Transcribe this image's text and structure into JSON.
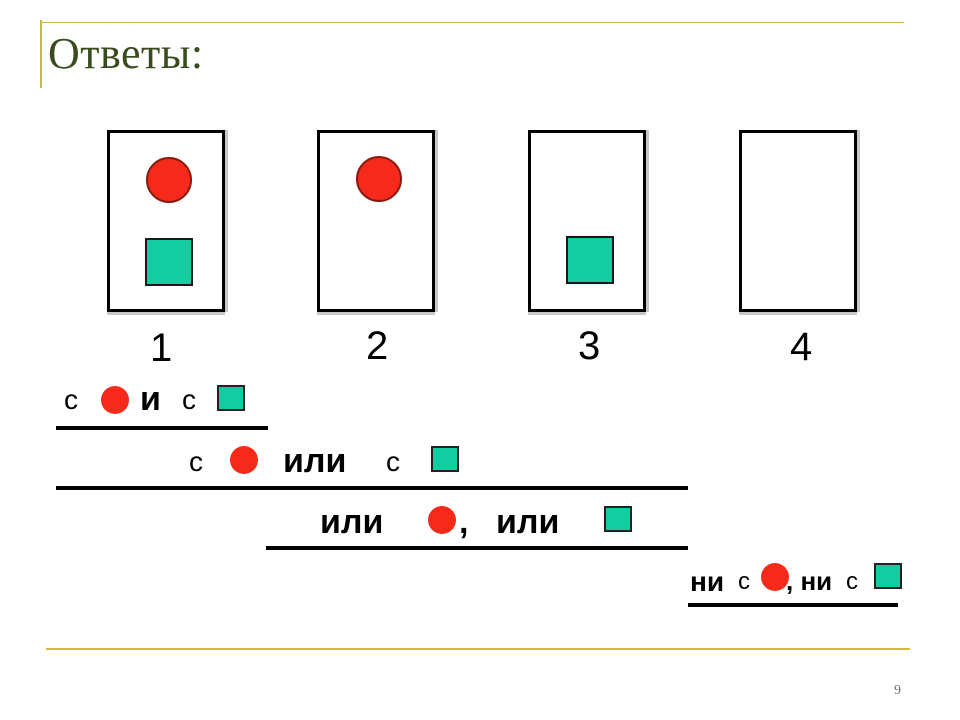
{
  "slide": {
    "title": "Ответы:",
    "page_number": "9"
  },
  "cards": [
    {
      "number": "1",
      "has_circle": true,
      "has_square": true
    },
    {
      "number": "2",
      "has_circle": true,
      "has_square": false
    },
    {
      "number": "3",
      "has_circle": false,
      "has_square": true
    },
    {
      "number": "4",
      "has_circle": false,
      "has_square": false
    }
  ],
  "answers": {
    "row1": {
      "s1": "с",
      "and": "и",
      "s2": "с"
    },
    "row2": {
      "s1": "с",
      "or": "или",
      "s2": "с"
    },
    "row3": {
      "or1": "или",
      "comma": ",",
      "or2": "или"
    },
    "row4": {
      "neither1": "ни",
      "s1": "с",
      "comma_neither2": ", ни",
      "s2": "с"
    }
  },
  "colors": {
    "circle": "#f52a1a",
    "square": "#13cca0",
    "accent": "#c9b458",
    "title": "#3a4b1e"
  },
  "icons": {
    "circle": "red-circle-icon",
    "square": "teal-square-icon"
  }
}
